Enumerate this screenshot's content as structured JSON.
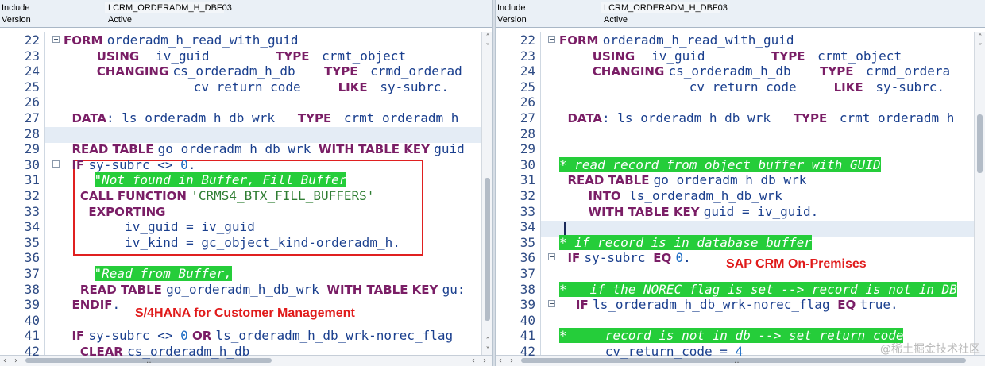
{
  "left": {
    "header": {
      "include_label": "Include",
      "include_value": "LCRM_ORDERADM_H_DBF03",
      "version_label": "Version",
      "version_value": "Active"
    },
    "lines": [
      {
        "n": "22",
        "fold": true,
        "tokens": [
          [
            "kw",
            "FORM "
          ],
          [
            "id",
            "orderadm_h_read_with_guid"
          ]
        ]
      },
      {
        "n": "23",
        "tokens": [
          [
            "kw",
            "        USING    "
          ],
          [
            "id",
            "iv_guid"
          ],
          [
            "kw",
            "                TYPE   "
          ],
          [
            "id",
            "crmt_object"
          ]
        ]
      },
      {
        "n": "24",
        "tokens": [
          [
            "kw",
            "        CHANGING "
          ],
          [
            "id",
            "cs_orderadm_h_db"
          ],
          [
            "kw",
            "       TYPE   "
          ],
          [
            "id",
            "crmd_orderad"
          ]
        ]
      },
      {
        "n": "25",
        "tokens": [
          [
            "id",
            "                 cv_return_code"
          ],
          [
            "kw",
            "         LIKE   "
          ],
          [
            "id",
            "sy-subrc."
          ]
        ]
      },
      {
        "n": "26",
        "tokens": []
      },
      {
        "n": "27",
        "tokens": [
          [
            "kw",
            "  DATA"
          ],
          [
            "id",
            ": ls_orderadm_h_db_wrk   "
          ],
          [
            "kw",
            "TYPE   "
          ],
          [
            "id",
            "crmt_orderadm_h_"
          ]
        ]
      },
      {
        "n": "28",
        "tokens": []
      },
      {
        "n": "29",
        "tokens": [
          [
            "kw",
            "  READ TABLE "
          ],
          [
            "id",
            "go_orderadm_h_db_wrk "
          ],
          [
            "kw",
            "WITH TABLE KEY "
          ],
          [
            "id",
            "guid"
          ]
        ]
      },
      {
        "n": "30",
        "fold": true,
        "tokens": [
          [
            "kw",
            "  IF "
          ],
          [
            "id",
            "sy-subrc <> "
          ],
          [
            "num",
            "0"
          ],
          [
            "id",
            "."
          ]
        ]
      },
      {
        "n": "31",
        "tokens": [
          [
            "id",
            "    "
          ],
          [
            "cmt",
            "\"Not found in Buffer, Fill Buffer"
          ]
        ]
      },
      {
        "n": "32",
        "tokens": [
          [
            "kw",
            "    CALL FUNCTION "
          ],
          [
            "str",
            "'CRMS4_BTX_FILL_BUFFERS'"
          ]
        ]
      },
      {
        "n": "33",
        "tokens": [
          [
            "kw",
            "      EXPORTING"
          ]
        ]
      },
      {
        "n": "34",
        "tokens": [
          [
            "id",
            "        iv_guid = iv_guid"
          ]
        ]
      },
      {
        "n": "35",
        "tokens": [
          [
            "id",
            "        iv_kind = gc_object_kind-orderadm_h."
          ]
        ]
      },
      {
        "n": "36",
        "tokens": []
      },
      {
        "n": "37",
        "tokens": [
          [
            "id",
            "    "
          ],
          [
            "cmt",
            "\"Read from Buffer,"
          ]
        ]
      },
      {
        "n": "38",
        "tokens": [
          [
            "kw",
            "    READ TABLE "
          ],
          [
            "id",
            "go_orderadm_h_db_wrk "
          ],
          [
            "kw",
            "WITH TABLE KEY "
          ],
          [
            "id",
            "gu:"
          ]
        ]
      },
      {
        "n": "39",
        "tokens": [
          [
            "kw",
            "  ENDIF"
          ],
          [
            "id",
            "."
          ]
        ]
      },
      {
        "n": "40",
        "tokens": []
      },
      {
        "n": "41",
        "tokens": [
          [
            "kw",
            "  IF "
          ],
          [
            "id",
            "sy-subrc <> "
          ],
          [
            "num",
            "0"
          ],
          [
            "kw",
            " OR "
          ],
          [
            "id",
            "ls_orderadm_h_db_wrk-norec_flag"
          ]
        ]
      },
      {
        "n": "42",
        "tokens": [
          [
            "kw",
            "    CLEAR "
          ],
          [
            "id",
            "cs_orderadm_h_db"
          ]
        ]
      }
    ],
    "annotation": "S/4HANA for Customer Management"
  },
  "right": {
    "header": {
      "include_label": "Include",
      "include_value": "LCRM_ORDERADM_H_DBF03",
      "version_label": "Version",
      "version_value": "Active"
    },
    "lines": [
      {
        "n": "22",
        "fold": true,
        "tokens": [
          [
            "kw",
            "FORM "
          ],
          [
            "id",
            "orderadm_h_read_with_guid"
          ]
        ]
      },
      {
        "n": "23",
        "tokens": [
          [
            "kw",
            "        USING    "
          ],
          [
            "id",
            "iv_guid"
          ],
          [
            "kw",
            "                TYPE   "
          ],
          [
            "id",
            "crmt_object"
          ]
        ]
      },
      {
        "n": "24",
        "tokens": [
          [
            "kw",
            "        CHANGING "
          ],
          [
            "id",
            "cs_orderadm_h_db"
          ],
          [
            "kw",
            "       TYPE   "
          ],
          [
            "id",
            "crmd_ordera"
          ]
        ]
      },
      {
        "n": "25",
        "tokens": [
          [
            "id",
            "                 cv_return_code"
          ],
          [
            "kw",
            "         LIKE   "
          ],
          [
            "id",
            "sy-subrc."
          ]
        ]
      },
      {
        "n": "26",
        "tokens": []
      },
      {
        "n": "27",
        "tokens": [
          [
            "kw",
            "  DATA"
          ],
          [
            "id",
            ": ls_orderadm_h_db_wrk   "
          ],
          [
            "kw",
            "TYPE   "
          ],
          [
            "id",
            "crmt_orderadm_h"
          ]
        ]
      },
      {
        "n": "28",
        "tokens": []
      },
      {
        "n": "29",
        "tokens": []
      },
      {
        "n": "30",
        "tokens": [
          [
            "cmt",
            "* read record from object buffer with GUID"
          ]
        ]
      },
      {
        "n": "31",
        "tokens": [
          [
            "kw",
            "  READ TABLE "
          ],
          [
            "id",
            "go_orderadm_h_db_wrk"
          ]
        ]
      },
      {
        "n": "32",
        "tokens": [
          [
            "kw",
            "       INTO  "
          ],
          [
            "id",
            "ls_orderadm_h_db_wrk"
          ]
        ]
      },
      {
        "n": "33",
        "tokens": [
          [
            "kw",
            "       WITH TABLE KEY "
          ],
          [
            "id",
            "guid = iv_guid."
          ]
        ]
      },
      {
        "n": "34",
        "tokens": []
      },
      {
        "n": "35",
        "tokens": [
          [
            "cmt",
            "* if record is in database buffer"
          ]
        ]
      },
      {
        "n": "36",
        "fold": true,
        "tokens": [
          [
            "kw",
            "  IF "
          ],
          [
            "id",
            "sy-subrc "
          ],
          [
            "kw",
            "EQ "
          ],
          [
            "num",
            "0"
          ],
          [
            "id",
            "."
          ]
        ]
      },
      {
        "n": "37",
        "tokens": []
      },
      {
        "n": "38",
        "tokens": [
          [
            "cmt",
            "*   if the NOREC flag is set --> record is not in DB"
          ]
        ]
      },
      {
        "n": "39",
        "fold": true,
        "tokens": [
          [
            "kw",
            "    IF "
          ],
          [
            "id",
            "ls_orderadm_h_db_wrk-norec_flag "
          ],
          [
            "kw",
            "EQ "
          ],
          [
            "id",
            "true."
          ]
        ]
      },
      {
        "n": "40",
        "tokens": []
      },
      {
        "n": "41",
        "tokens": [
          [
            "cmt",
            "*     record is not in db --> set return code"
          ]
        ]
      },
      {
        "n": "42",
        "tokens": [
          [
            "id",
            "      cv_return_code = "
          ],
          [
            "num",
            "4"
          ]
        ]
      }
    ],
    "annotation": "SAP CRM On-Premises"
  },
  "watermark": "@稀土掘金技术社区",
  "scroll": {
    "left_arrow": "‹",
    "right_arrow": "›",
    "up_arrow": "˄",
    "down_arrow": "˅",
    "handle": "‥"
  },
  "colors": {
    "keyword": "#7a1e66",
    "identifier": "#1a3f8e",
    "string": "#2e7d32",
    "number": "#1c6cc4",
    "comment_bg": "#25cd3a",
    "annotation": "#e01b1b"
  }
}
